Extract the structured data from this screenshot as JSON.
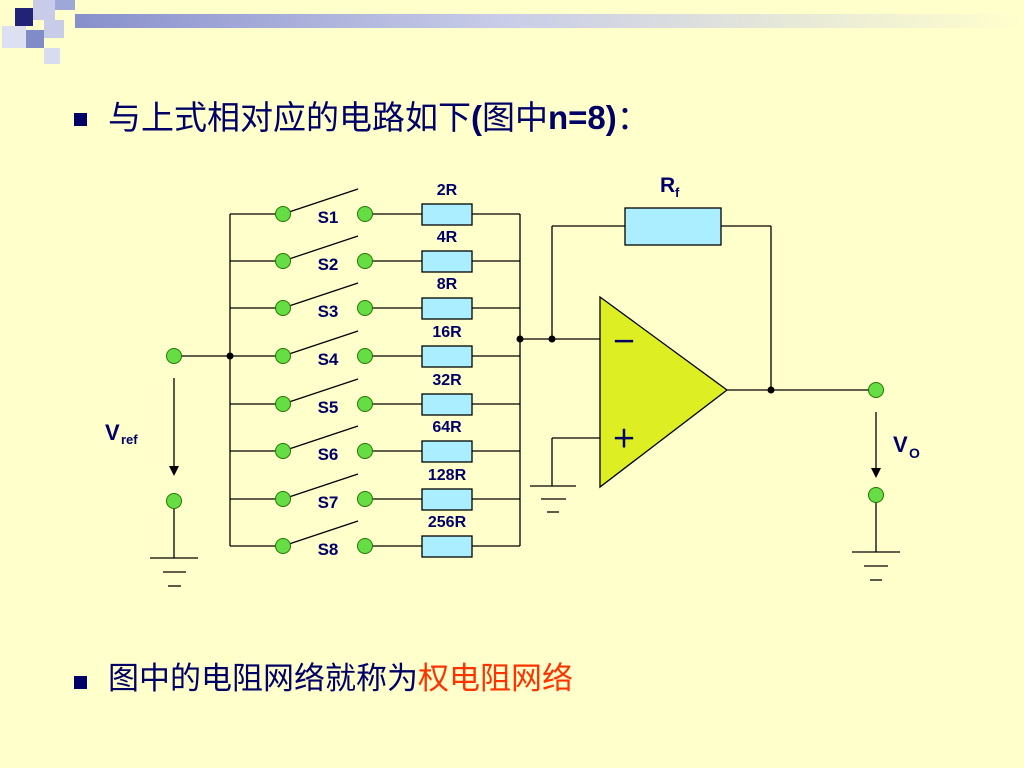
{
  "bullets": [
    {
      "prefix": "与上式相对应的电路如下",
      "paren_open": "(",
      "cn": "图中",
      "latin": "n=8)",
      "suffix": "："
    },
    {
      "text": "图中的电阻网络就称为",
      "highlight": "权电阻网络"
    }
  ],
  "diagram": {
    "resistors": [
      "2R",
      "4R",
      "8R",
      "16R",
      "32R",
      "64R",
      "128R",
      "256R"
    ],
    "switches": [
      "S1",
      "S2",
      "S3",
      "S4",
      "S5",
      "S6",
      "S7",
      "S8"
    ],
    "feedback_label": "R",
    "feedback_sub": "f",
    "vref_label": "V",
    "vref_sub": "ref",
    "vo_label": "V",
    "vo_sub": "O",
    "opamp_minus": "－",
    "opamp_plus": "＋"
  },
  "colors": {
    "background": "#ffffcc",
    "text": "#000066",
    "highlight": "#ff3300",
    "resistor": "#aaeeff",
    "terminal": "#66dd44",
    "opamp": "#ddee22",
    "deco_dark": "#3333aa",
    "deco_light": "#aab6dd"
  }
}
